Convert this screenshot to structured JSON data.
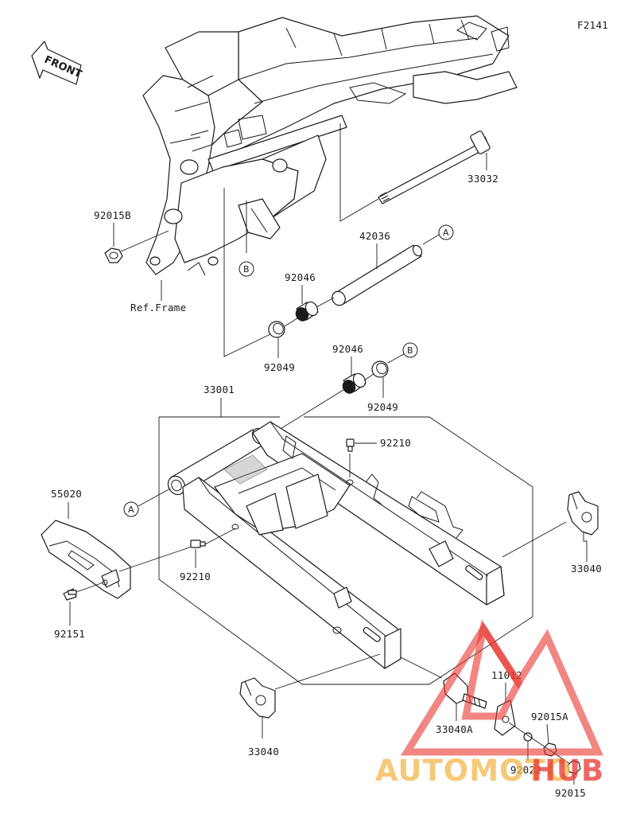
{
  "figure_id": "F2141",
  "front_label": "FRONT",
  "ref_frame": "Ref.Frame",
  "callouts": {
    "A": "A",
    "B": "B"
  },
  "parts": {
    "p33032": "33032",
    "p92015B": "92015B",
    "p42036": "42036",
    "p92046_top": "92046",
    "p92049_top": "92049",
    "p92046_mid": "92046",
    "p92049_mid": "92049",
    "p33001": "33001",
    "p92210_top": "92210",
    "p55020": "55020",
    "p92210_left": "92210",
    "p92151": "92151",
    "p33040_right": "33040",
    "p33040_bottom": "33040",
    "p11012": "11012",
    "p33040A": "33040A",
    "p92015A": "92015A",
    "p92022": "92022",
    "p92015": "92015"
  },
  "watermark": {
    "text_a": "AUTOMOTO",
    "text_b": "HUB",
    "color_a": "#f2b84b",
    "color_b": "#e8362f"
  }
}
